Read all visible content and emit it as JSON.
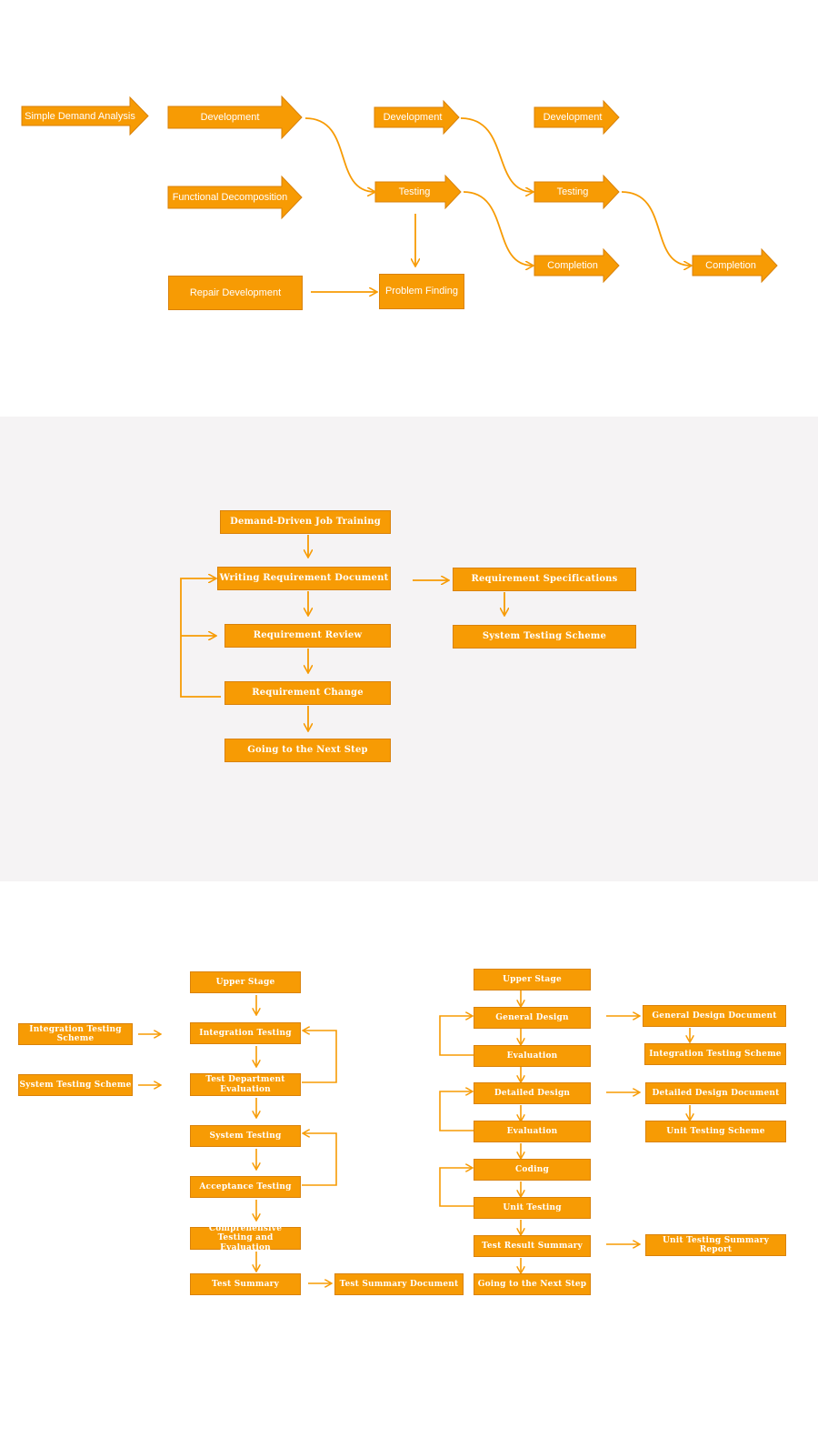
{
  "colors": {
    "box_fill": "#f79b04",
    "box_border": "#d9820a",
    "connector": "#f79b04",
    "section2_bg": "#f5f3f4"
  },
  "section1": {
    "simple_demand_analysis": "Simple Demand Analysis",
    "development_1": "Development",
    "functional_decomposition": "Functional Decomposition",
    "repair_development": "Repair Development",
    "development_2": "Development",
    "testing_1": "Testing",
    "problem_finding": "Problem Finding",
    "development_3": "Development",
    "testing_2": "Testing",
    "completion_1": "Completion",
    "completion_2": "Completion"
  },
  "section2": {
    "demand_driven": "Demand-Driven Job Training",
    "writing_requirement": "Writing Requirement Document",
    "requirement_review": "Requirement Review",
    "requirement_change": "Requirement Change",
    "next_step": "Going to the Next Step",
    "requirement_specifications": "Requirement Specifications",
    "system_testing_scheme": "System Testing Scheme"
  },
  "section3": {
    "left": {
      "integration_testing_scheme": "Integration Testing Scheme",
      "system_testing_scheme": "System Testing Scheme",
      "upper_stage": "Upper Stage",
      "integration_testing": "Integration Testing",
      "test_department_evaluation": "Test Department Evaluation",
      "system_testing": "System Testing",
      "acceptance_testing": "Acceptance Testing",
      "comprehensive_testing": "Comprehensive Testing and Evaluation",
      "test_summary": "Test Summary",
      "test_summary_document": "Test Summary Document"
    },
    "right": {
      "upper_stage": "Upper Stage",
      "general_design": "General Design",
      "evaluation_1": "Evaluation",
      "detailed_design": "Detailed Design",
      "evaluation_2": "Evaluation",
      "coding": "Coding",
      "unit_testing": "Unit Testing",
      "test_result_summary": "Test Result Summary",
      "next_step": "Going to the Next Step",
      "general_design_document": "General Design Document",
      "integration_testing_scheme": "Integration Testing Scheme",
      "detailed_design_document": "Detailed Design Document",
      "unit_testing_scheme": "Unit Testing Scheme",
      "unit_testing_summary_report": "Unit Testing Summary Report"
    }
  }
}
